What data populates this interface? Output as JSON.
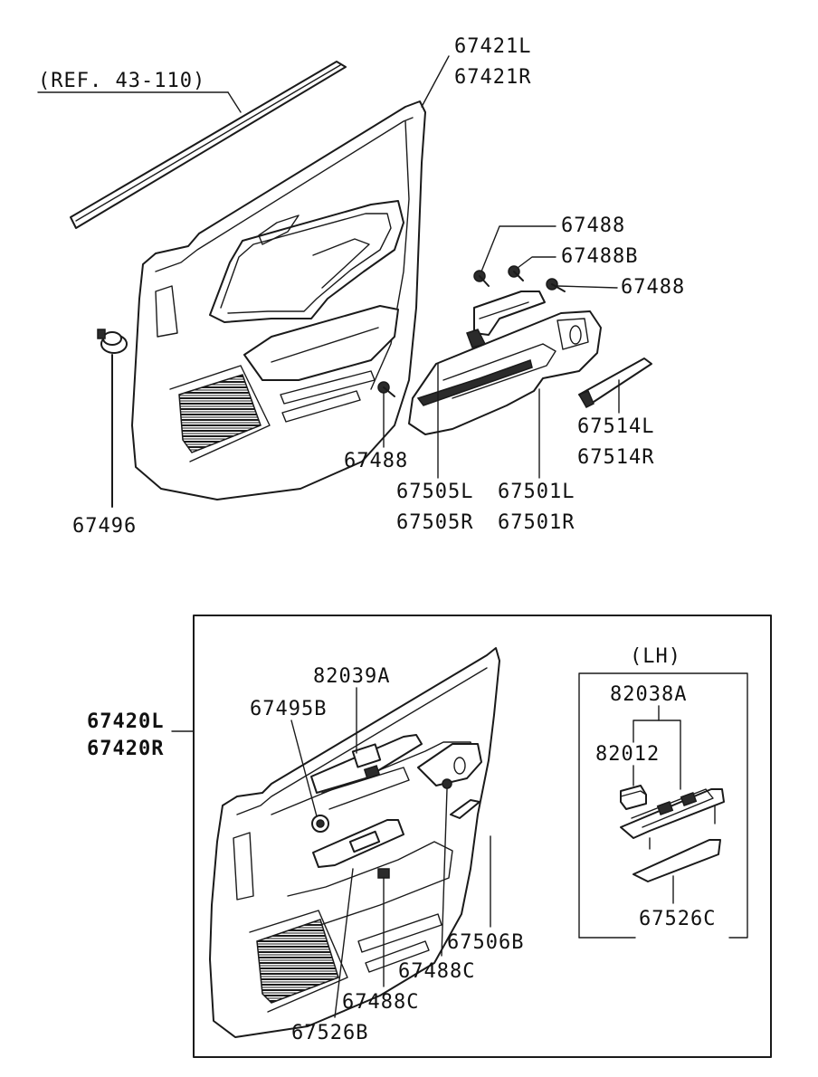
{
  "labels": {
    "ref": "(REF. 43-110)",
    "p67421l": "67421L",
    "p67421r": "67421R",
    "p67488_a": "67488",
    "p67488b": "67488B",
    "p67488_b": "67488",
    "p67496": "67496",
    "p67488_c": "67488",
    "p67514l": "67514L",
    "p67514r": "67514R",
    "p67505l": "67505L",
    "p67505r": "67505R",
    "p67501l": "67501L",
    "p67501r": "67501R",
    "p67420l": "67420L",
    "p67420r": "67420R",
    "lh": "(LH)",
    "p82039a": "82039A",
    "p67495b": "67495B",
    "p82038a": "82038A",
    "p82012": "82012",
    "p67526c": "67526C",
    "p67506b": "67506B",
    "p67488c_a": "67488C",
    "p67488c_b": "67488C",
    "p67526b": "67526B"
  }
}
